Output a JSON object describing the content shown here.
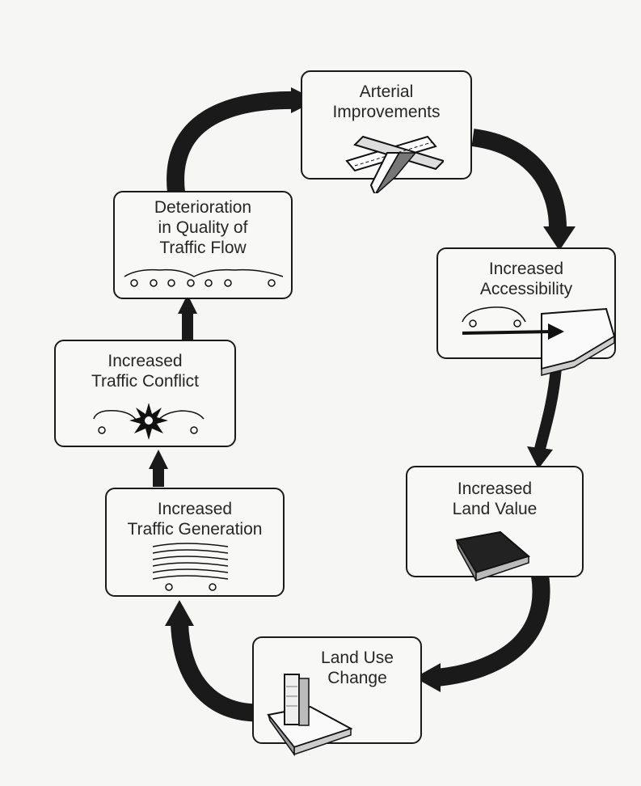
{
  "diagram": {
    "nodes": {
      "arterial": {
        "line1": "Arterial",
        "line2": "Improvements"
      },
      "accessibility": {
        "line1": "Increased",
        "line2": "Accessibility"
      },
      "land_value": {
        "line1": "Increased",
        "line2": "Land Value"
      },
      "land_use": {
        "line1": "Land Use",
        "line2": "Change"
      },
      "traffic_generation": {
        "line1": "Increased",
        "line2": "Traffic Generation"
      },
      "traffic_conflict": {
        "line1": "Increased",
        "line2": "Traffic Conflict"
      },
      "deterioration": {
        "line1": "Deterioration",
        "line2": "in Quality of",
        "line3": "Traffic Flow"
      }
    },
    "cycle_order": [
      "arterial",
      "accessibility",
      "land_value",
      "land_use",
      "traffic_generation",
      "traffic_conflict",
      "deterioration"
    ],
    "colors": {
      "ink": "#1a1a1a",
      "paper": "#f6f6f4"
    },
    "icons": [
      "highway-interchange-icon",
      "car-arrow-wedge-icon",
      "dark-land-wedge-icon",
      "building-on-land-icon",
      "stacked-traffic-lines-icon",
      "collision-star-icon",
      "queued-cars-icon"
    ]
  }
}
